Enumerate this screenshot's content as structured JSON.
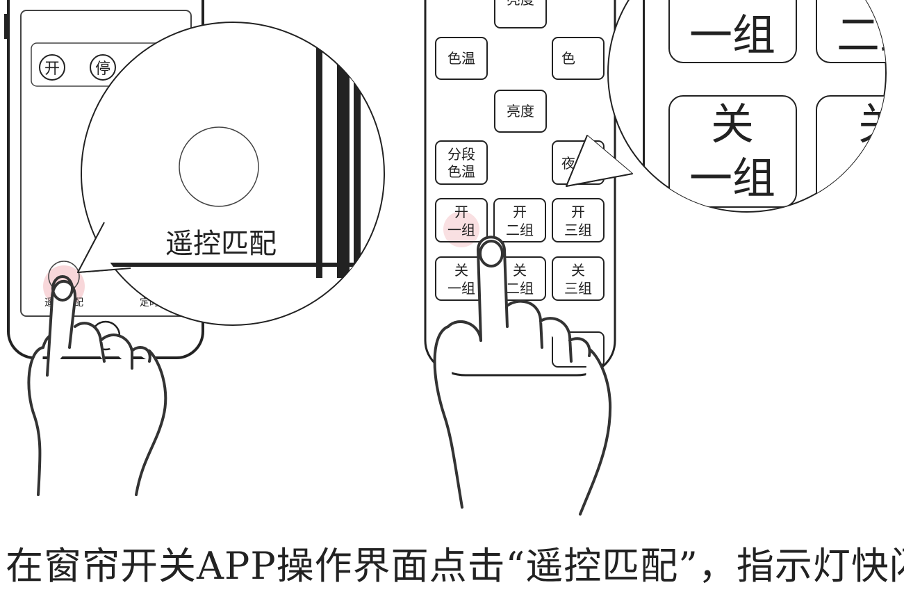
{
  "phone": {
    "button_open": "开",
    "button_stop": "停",
    "zoom_label": "遥控匹配",
    "tab_remote_match": "遥控匹配",
    "tab_timer": "定时"
  },
  "remote": {
    "top_partial": "亮度",
    "color_temp_left": "色温",
    "color_temp_right": "色",
    "brightness": "亮度",
    "segment_line1": "分段",
    "segment_line2": "色温",
    "night": "夜",
    "open_top": "开",
    "close_top": "关",
    "group1": "一组",
    "group2": "二组",
    "group3": "三组",
    "zoom_group1": "一组",
    "zoom_group2": "二组",
    "zoom_close": "关",
    "zoom_close_partial": "关",
    "zoom_group_partial": "一"
  },
  "caption": "在窗帘开关APP操作界面点击“遥控匹配”，指示灯快闪"
}
